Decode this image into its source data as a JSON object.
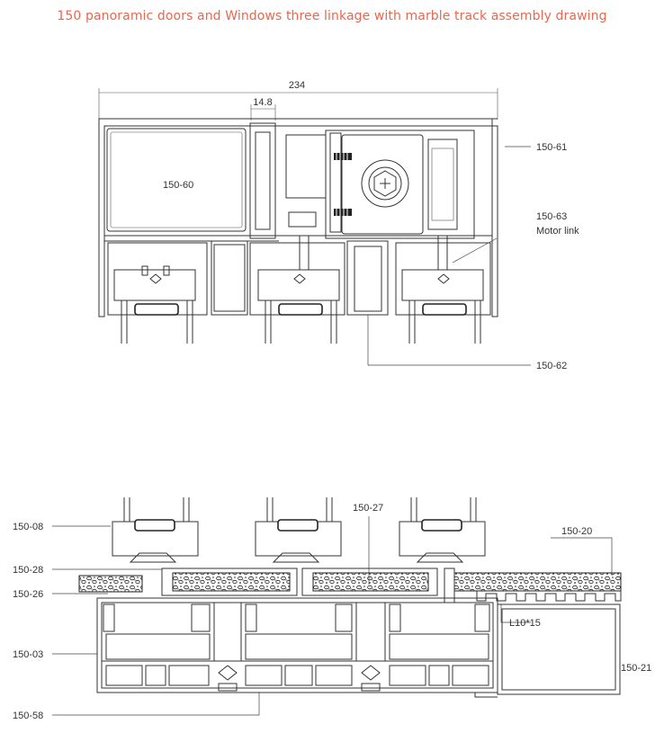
{
  "title": "150 panoramic doors and Windows three linkage with marble track assembly drawing",
  "top_view": {
    "dimension_overall": "234",
    "dimension_detail": "14.8",
    "labels": {
      "part_60": "150-60",
      "part_61": "150-61",
      "part_63": "150-63",
      "part_63_note": "Motor link",
      "part_62": "150-62"
    }
  },
  "bottom_view": {
    "labels": {
      "part_08": "150-08",
      "part_28": "150-28",
      "part_26": "150-26",
      "part_03": "150-03",
      "part_58": "150-58",
      "part_27": "150-27",
      "part_20": "150-20",
      "angle": "L10*15",
      "part_21": "150-21"
    }
  },
  "colors": {
    "title": "#e8674e",
    "line": "#333333"
  }
}
